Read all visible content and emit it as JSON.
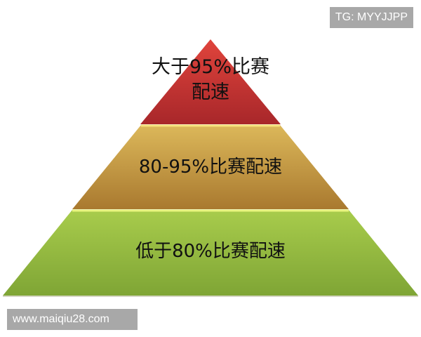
{
  "diagram": {
    "type": "pyramid",
    "tiers": [
      {
        "level": "top",
        "label_line1": "大于95%比赛",
        "label_line2": "配速",
        "color": "#c8352f"
      },
      {
        "level": "middle",
        "label": "80-95%比赛配速",
        "color": "#c9a044"
      },
      {
        "level": "bottom",
        "label": "低于80%比赛配速",
        "color": "#8fb83f"
      }
    ],
    "separator_color": "#f1e27a"
  },
  "watermarks": {
    "top_right": "TG: MYYJJPP",
    "bottom_left": "www.maiqiu28.com"
  }
}
